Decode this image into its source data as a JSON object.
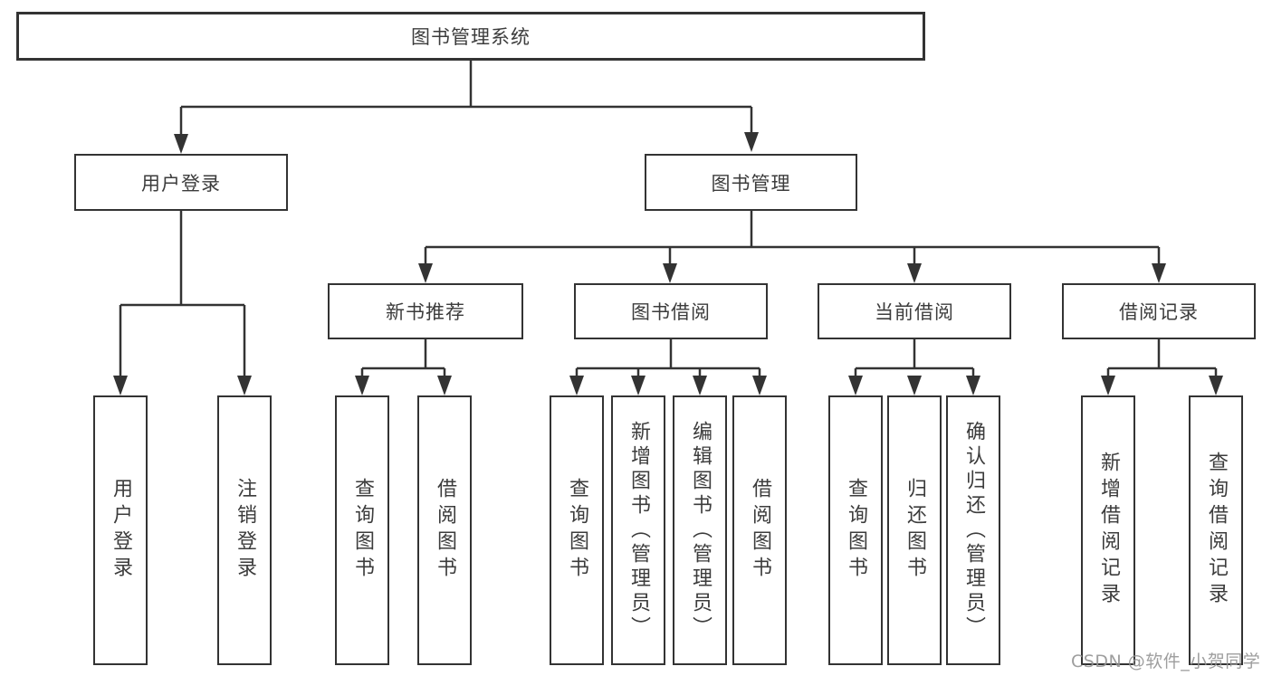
{
  "diagram": {
    "root": "图书管理系统",
    "branches": [
      {
        "label": "用户登录",
        "children": [
          "用户登录",
          "注销登录"
        ]
      },
      {
        "label": "图书管理",
        "sections": [
          {
            "label": "新书推荐",
            "children": [
              "查询图书",
              "借阅图书"
            ]
          },
          {
            "label": "图书借阅",
            "children": [
              "查询图书",
              "新增图书（管理员）",
              "编辑图书（管理员）",
              "借阅图书"
            ]
          },
          {
            "label": "当前借阅",
            "children": [
              "查询图书",
              "归还图书",
              "确认归还（管理员）"
            ]
          },
          {
            "label": "借阅记录",
            "children": [
              "新增借阅记录",
              "查询借阅记录"
            ]
          }
        ]
      }
    ]
  },
  "watermark": "CSDN @软件_小贺同学",
  "colors": {
    "line": "#333333",
    "border": "#333333",
    "text": "#3c3c3c",
    "background": "#ffffff",
    "watermark": "#949494"
  }
}
